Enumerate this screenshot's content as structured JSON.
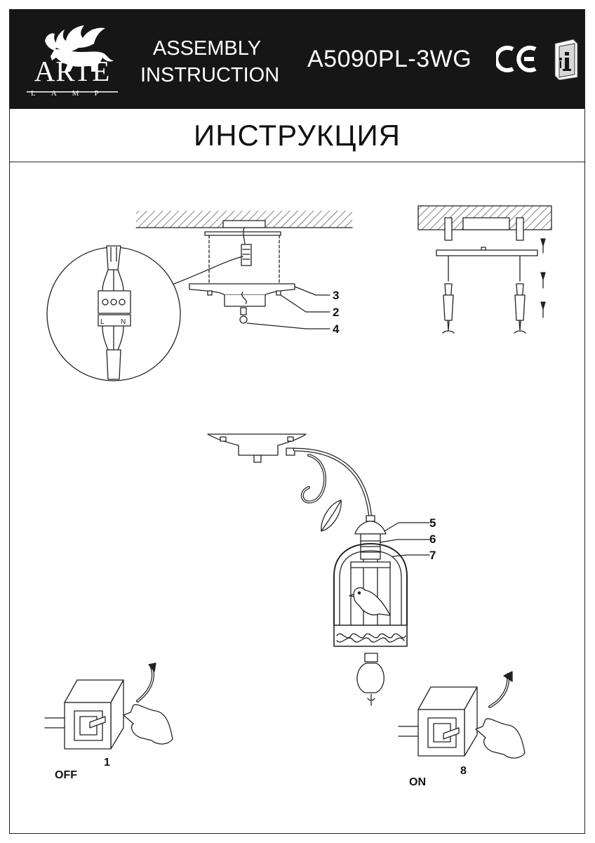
{
  "header": {
    "brand": "ARTE",
    "brand_sub": "LAMP",
    "title_line1": "ASSEMBLY",
    "title_line2": "INSTRUCTION",
    "model": "A5090PL-3WG",
    "ce_mark": "CE",
    "info_icon": "info-manual-icon",
    "background": "#161616"
  },
  "title": "ИНСТРУКЦИЯ",
  "wiring": {
    "terminal_labels": [
      "L",
      "N"
    ],
    "part_labels": [
      "3",
      "2",
      "4"
    ]
  },
  "assembly": {
    "part_labels": [
      "5",
      "6",
      "7"
    ]
  },
  "switches": {
    "off": {
      "state": "OFF",
      "step": "1"
    },
    "on": {
      "state": "ON",
      "step": "8"
    }
  }
}
